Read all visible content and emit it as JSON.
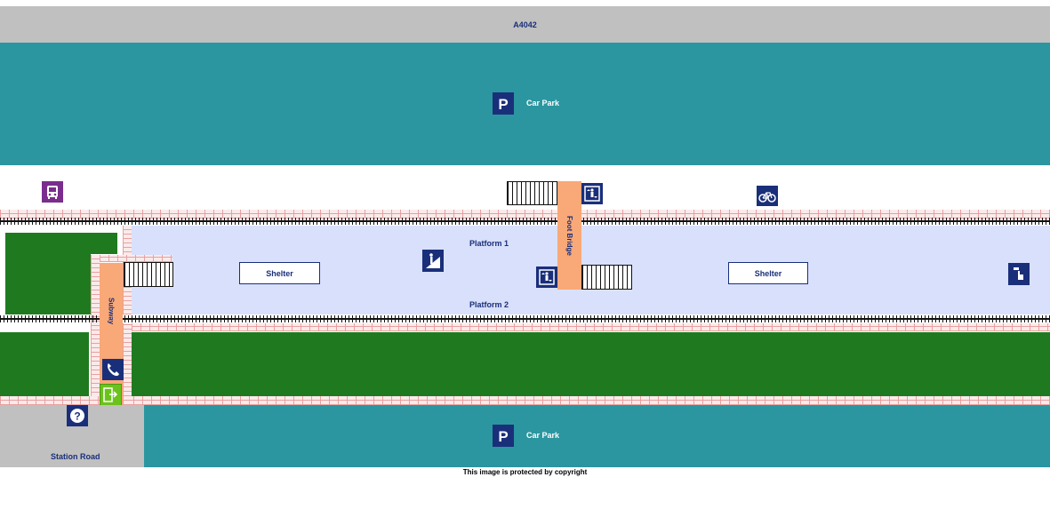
{
  "map": {
    "top_road_label": "A4042",
    "car_park_top_label": "Car Park",
    "car_park_bottom_label": "Car Park",
    "platform_1_label": "Platform 1",
    "platform_2_label": "Platform 2",
    "shelter_left_label": "Shelter",
    "shelter_right_label": "Shelter",
    "foot_bridge_label": "Foot Bridge",
    "subway_label": "Subway",
    "station_road_label": "Station Road",
    "copyright_notice": "This image is protected by copyright",
    "parking_sign": "P",
    "info_sign": "?"
  },
  "colors": {
    "road": "#c0c0c0",
    "car_park": "#2b96a0",
    "platform": "#d8e0fb",
    "bridge": "#f9a877",
    "icon_blue": "#1a2f7a",
    "bus_purple": "#7b2d8e",
    "exit_green": "#6cc21c",
    "tree_green": "#1f7a1f"
  },
  "icons": [
    "parking-icon",
    "bus-stop-icon",
    "lift-icon",
    "bicycle-icon",
    "ramp-icon",
    "help-point-icon",
    "telephone-icon",
    "exit-icon",
    "information-icon"
  ]
}
